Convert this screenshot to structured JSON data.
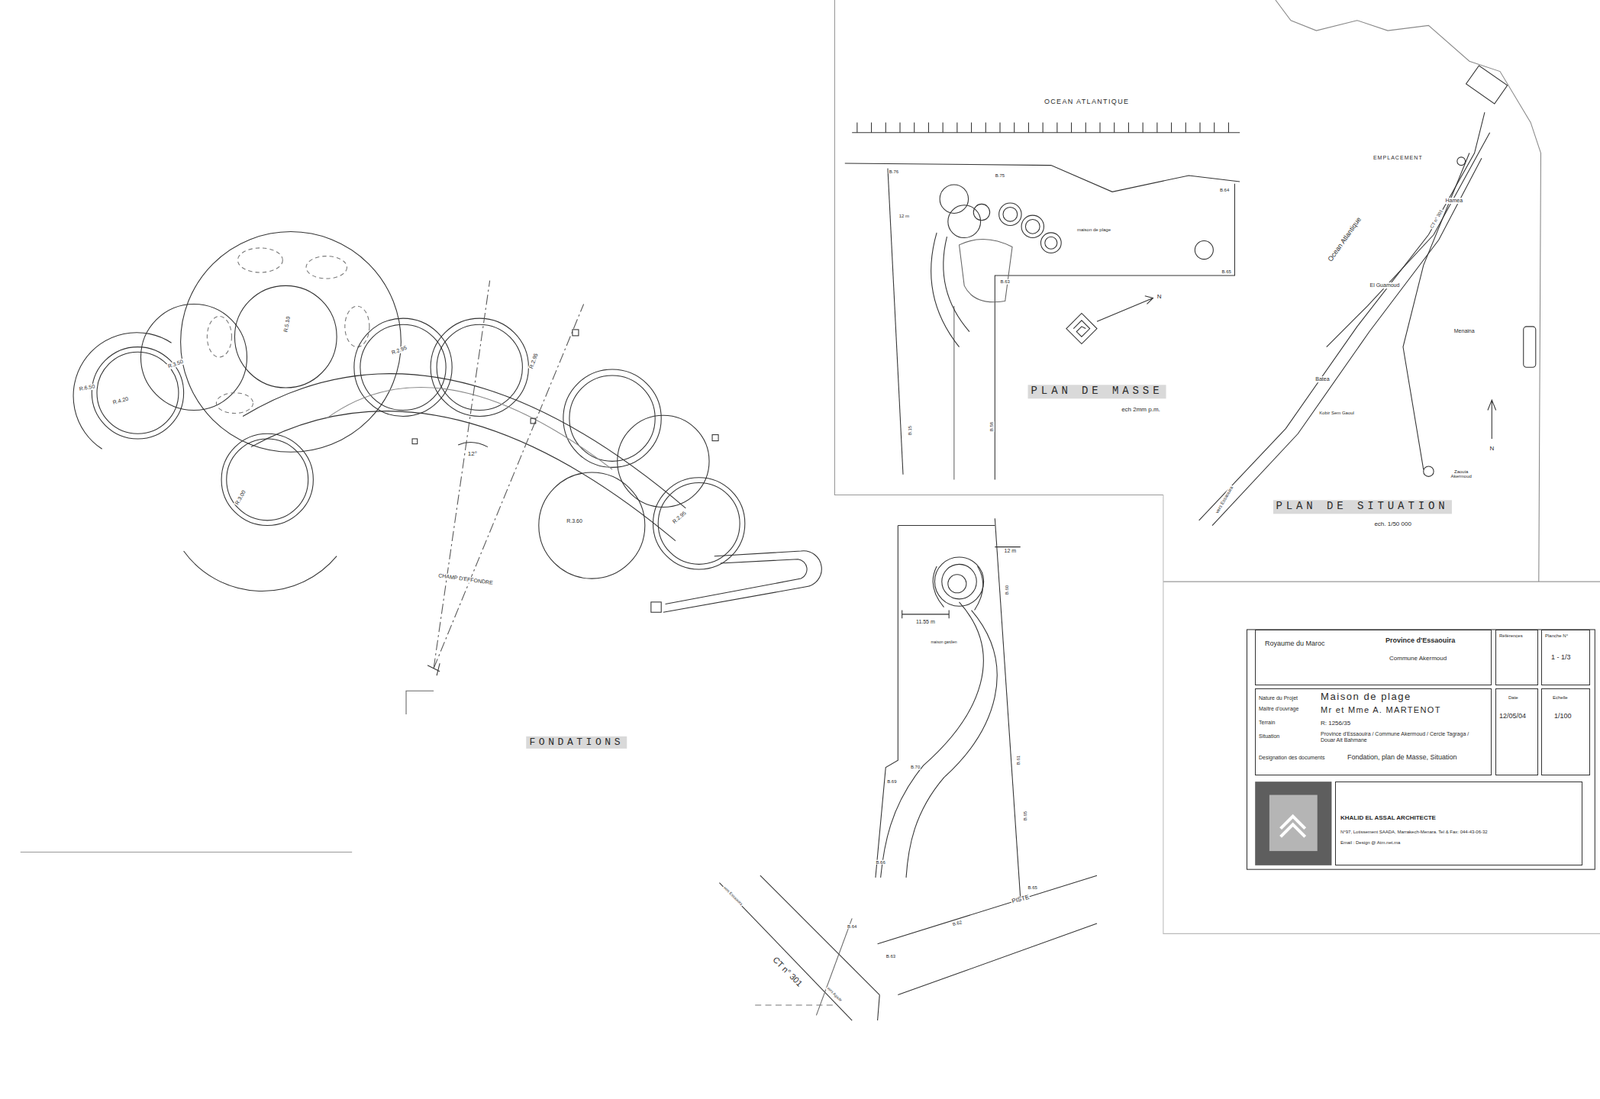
{
  "diagram": {
    "nodes": [
      {
        "text": [
          "Royaume du Maroc",
          "Province d'Essaouira",
          "Commune Akermoud"
        ]
      },
      {
        "text": [
          "Références"
        ]
      },
      {
        "text": [
          "Planche N°",
          "1 - 1/3"
        ]
      },
      {
        "text": [
          "Nature du Projet",
          "Maison de plage",
          "Maître d'ouvrage",
          "Mr et Mme A. MARTENOT",
          "Terrain",
          "R: 1256/35",
          "Situation",
          "Province d'Essaouira / Commune Akermoud / Cercle Tagraga / Douar Ait Bahmane",
          "Designation des documents",
          "Fondation, plan de Masse, Situation"
        ]
      },
      {
        "text": [
          "Date",
          "12/05/04"
        ]
      },
      {
        "text": [
          "Echelle",
          "1/100"
        ]
      },
      {
        "text": [
          "KHALID EL ASSAL ARCHITECTE",
          "N°97, Lotissement SAADA, Marrakech-Menara. Tel & Fax: 044-43-06-32",
          "Email : Design @ Atm.net.ma"
        ]
      }
    ],
    "labels": [
      "FONDATIONS",
      "R.6.50",
      "R.4.20",
      "R.3.50",
      "R.5.10",
      "R.2.95",
      "R.2.95",
      "R.3.00",
      "R.3.60",
      "R.2.95",
      "12°",
      "CHAMP D'EFFONDRE",
      "OCEAN ATLANTIQUE",
      "maison de plage",
      "B.76",
      "B.75",
      "B.64",
      "B.65",
      "B.63",
      "12 m",
      "B.15",
      "B.58",
      "PLAN DE MASSE",
      "ech 2mm p.m.",
      "N",
      "EMPLACEMENT",
      "Ocean Atlantique",
      "Hamea",
      "El Guamoud",
      "Menaina",
      "Batea",
      "Kobir Sem Gaoul",
      "Zaouia Akermoud",
      "vers Essaouira",
      "N",
      "PLAN DE SITUATION",
      "ech. 1/50 000",
      "CT n° 301",
      "12 m",
      "11.55 m",
      "maison gardien",
      "B.60",
      "B.70",
      "B.69",
      "B.61",
      "B.66",
      "B.65",
      "B.64",
      "B.63",
      "B.62",
      "PISTE",
      "B.65",
      "CT n° 301",
      "vers Essaouira",
      "vers Agadir"
    ]
  }
}
